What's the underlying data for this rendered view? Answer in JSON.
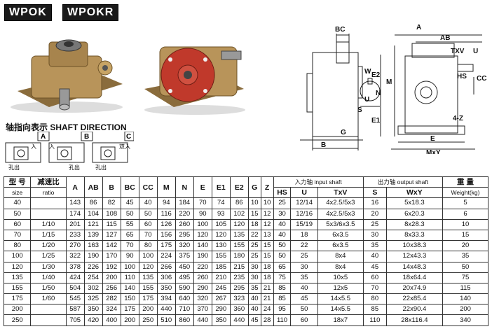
{
  "models": [
    "WPOK",
    "WPOKR"
  ],
  "shaft_direction": {
    "title": "轴指向表示  SHAFT DIRECTION",
    "labels": [
      "A",
      "B",
      "C"
    ],
    "notes": {
      "a_in": "入",
      "a_out": "孔出",
      "b_in": "入",
      "b_out": "孔出",
      "c_in": "双入",
      "c_out": "孔出"
    }
  },
  "drawing_labels": [
    "BC",
    "A",
    "AB",
    "TXV",
    "U",
    "HS",
    "CC",
    "E2",
    "M",
    "E1",
    "N",
    "W",
    "U",
    "S",
    "4-Z",
    "E",
    "MxY",
    "G",
    "B"
  ],
  "table": {
    "header_row1": [
      "型 号",
      "减速比",
      "A",
      "AB",
      "B",
      "BC",
      "CC",
      "M",
      "N",
      "E",
      "E1",
      "E2",
      "G",
      "Z",
      "入力轴 input shaft",
      "出力轴 output shaft",
      "重 量"
    ],
    "header_row2": [
      "size",
      "ratio",
      "HS",
      "U",
      "TxV",
      "S",
      "WxY",
      "Weight(kg)"
    ],
    "ratios": [
      "1/10",
      "1/15",
      "1/20",
      "1/25",
      "1/30",
      "1/40",
      "1/50",
      "1/60"
    ],
    "rows": [
      [
        "40",
        "143",
        "86",
        "82",
        "45",
        "40",
        "94",
        "184",
        "70",
        "74",
        "86",
        "10",
        "10",
        "25",
        "12/14",
        "4x2.5/5x3",
        "16",
        "5x18.3",
        "5"
      ],
      [
        "50",
        "174",
        "104",
        "108",
        "50",
        "50",
        "116",
        "220",
        "90",
        "93",
        "102",
        "15",
        "12",
        "30",
        "12/16",
        "4x2.5/5x3",
        "20",
        "6x20.3",
        "6"
      ],
      [
        "60",
        "201",
        "121",
        "115",
        "55",
        "60",
        "126",
        "260",
        "100",
        "105",
        "120",
        "18",
        "12",
        "40",
        "15/19",
        "5x3/6x3.5",
        "25",
        "8x28.3",
        "10"
      ],
      [
        "70",
        "233",
        "139",
        "127",
        "65",
        "70",
        "156",
        "295",
        "120",
        "120",
        "135",
        "22",
        "13",
        "40",
        "18",
        "6x3.5",
        "30",
        "8x33.3",
        "15"
      ],
      [
        "80",
        "270",
        "163",
        "142",
        "70",
        "80",
        "175",
        "320",
        "140",
        "130",
        "155",
        "25",
        "15",
        "50",
        "22",
        "6x3.5",
        "35",
        "10x38.3",
        "20"
      ],
      [
        "100",
        "322",
        "190",
        "170",
        "90",
        "100",
        "224",
        "375",
        "190",
        "155",
        "180",
        "25",
        "15",
        "50",
        "25",
        "8x4",
        "40",
        "12x43.3",
        "35"
      ],
      [
        "120",
        "378",
        "226",
        "192",
        "100",
        "120",
        "266",
        "450",
        "220",
        "185",
        "215",
        "30",
        "18",
        "65",
        "30",
        "8x4",
        "45",
        "14x48.3",
        "50"
      ],
      [
        "135",
        "424",
        "254",
        "200",
        "110",
        "135",
        "306",
        "495",
        "260",
        "210",
        "235",
        "30",
        "18",
        "75",
        "35",
        "10x5",
        "60",
        "18x64.4",
        "75"
      ],
      [
        "155",
        "504",
        "302",
        "256",
        "140",
        "155",
        "350",
        "590",
        "290",
        "245",
        "295",
        "35",
        "21",
        "85",
        "40",
        "12x5",
        "70",
        "20x74.9",
        "115"
      ],
      [
        "175",
        "545",
        "325",
        "282",
        "150",
        "175",
        "394",
        "640",
        "320",
        "267",
        "323",
        "40",
        "21",
        "85",
        "45",
        "14x5.5",
        "80",
        "22x85.4",
        "140"
      ],
      [
        "200",
        "587",
        "350",
        "324",
        "175",
        "200",
        "440",
        "710",
        "370",
        "290",
        "360",
        "40",
        "24",
        "95",
        "50",
        "14x5.5",
        "85",
        "22x90.4",
        "200"
      ],
      [
        "250",
        "705",
        "420",
        "400",
        "200",
        "250",
        "510",
        "860",
        "440",
        "350",
        "440",
        "45",
        "28",
        "110",
        "60",
        "18x7",
        "110",
        "28x116.4",
        "340"
      ]
    ]
  },
  "colors": {
    "badge_bg": "#1a1a1a",
    "gearbox_body": "#b8945a",
    "flange_red": "#c0392b"
  }
}
